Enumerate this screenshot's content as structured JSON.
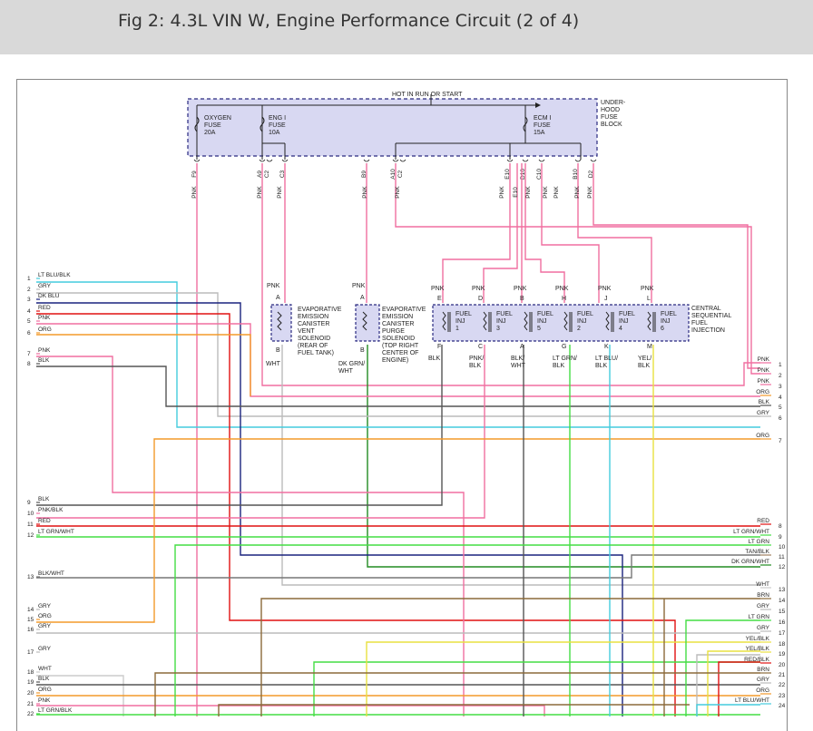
{
  "header": {
    "title": "Fig 2: 4.3L VIN W, Engine Performance Circuit (2 of 4)"
  },
  "fuse_block": {
    "top_label": "HOT IN RUN OR START",
    "name_lines": [
      "UNDER-",
      "HOOD",
      "FUSE",
      "BLOCK"
    ],
    "fuses": [
      {
        "lines": [
          "OXYGEN",
          "FUSE",
          "20A"
        ]
      },
      {
        "lines": [
          "ENG I",
          "FUSE",
          "10A"
        ]
      },
      {
        "lines": [
          "ECM I",
          "FUSE",
          "15A"
        ]
      }
    ],
    "pins": [
      "F9",
      "A9",
      "C2",
      "C3",
      "B9",
      "A10",
      "C2",
      "E10",
      "D10",
      "C10",
      "B10",
      "D2"
    ]
  },
  "top_wire_labels": [
    "PNK",
    "PNK",
    "PNK",
    "PNK",
    "PNK",
    "PNK",
    "PNK",
    "PNK",
    "PNK",
    "PNK",
    "PNK"
  ],
  "evap_vent": {
    "wire_in": "PNK",
    "pin_a": "A",
    "pin_b": "B",
    "wire_out": "WHT",
    "lines": [
      "EVAPORATIVE",
      "EMISSION",
      "CANISTER",
      "VENT",
      "SOLENOID",
      "(REAR OF",
      "FUEL TANK)"
    ]
  },
  "evap_purge": {
    "wire_in": "PNK",
    "pin_a": "A",
    "pin_b": "B",
    "wire_out": [
      "DK GRN/",
      "WHT"
    ],
    "lines": [
      "EVAPORATIVE",
      "EMISSION",
      "CANISTER",
      "PURGE",
      "SOLENOID",
      "(TOP RIGHT",
      "CENTER OF",
      "ENGINE)"
    ]
  },
  "injectors": {
    "title_lines": [
      "CENTRAL",
      "SEQUENTIAL",
      "FUEL",
      "INJECTION"
    ],
    "items": [
      {
        "name": "FUEL",
        "sub": "INJ",
        "num": "1",
        "pin_top": "E",
        "pin_bot": "F",
        "wire_top": "PNK",
        "wire_bot": [
          "BLK"
        ]
      },
      {
        "name": "FUEL",
        "sub": "INJ",
        "num": "3",
        "pin_top": "D",
        "pin_bot": "C",
        "wire_top": "PNK",
        "wire_bot": [
          "PNK/",
          "BLK"
        ]
      },
      {
        "name": "FUEL",
        "sub": "INJ",
        "num": "5",
        "pin_top": "B",
        "pin_bot": "A",
        "wire_top": "PNK",
        "wire_bot": [
          "BLK/",
          "WHT"
        ]
      },
      {
        "name": "FUEL",
        "sub": "INJ",
        "num": "2",
        "pin_top": "H",
        "pin_bot": "G",
        "wire_top": "PNK",
        "wire_bot": [
          "LT GRN/",
          "BLK"
        ]
      },
      {
        "name": "FUEL",
        "sub": "INJ",
        "num": "4",
        "pin_top": "J",
        "pin_bot": "K",
        "wire_top": "PNK",
        "wire_bot": [
          "LT BLU/",
          "BLK"
        ]
      },
      {
        "name": "FUEL",
        "sub": "INJ",
        "num": "6",
        "pin_top": "L",
        "pin_bot": "M",
        "wire_top": "PNK",
        "wire_bot": [
          "YEL/",
          "BLK"
        ]
      }
    ]
  },
  "left_wires": [
    {
      "num": "1",
      "label": "LT BLU/BLK",
      "color": "#44ccdd"
    },
    {
      "num": "2",
      "label": "GRY",
      "color": "#bbbbbb"
    },
    {
      "num": "3",
      "label": "DK BLU",
      "color": "#1a237e"
    },
    {
      "num": "4",
      "label": "RED",
      "color": "#e01010"
    },
    {
      "num": "5",
      "label": "PNK",
      "color": "#f06fa0"
    },
    {
      "num": "6",
      "label": "ORG",
      "color": "#f39a2a"
    },
    {
      "num": "7",
      "label": "PNK",
      "color": "#f06fa0"
    },
    {
      "num": "8",
      "label": "BLK",
      "color": "#555555"
    },
    {
      "num": "9",
      "label": "BLK",
      "color": "#555555"
    },
    {
      "num": "10",
      "label": "PNK/BLK",
      "color": "#f06fa0"
    },
    {
      "num": "11",
      "label": "RED",
      "color": "#e01010"
    },
    {
      "num": "12",
      "label": "LT GRN/WHT",
      "color": "#44dd44"
    },
    {
      "num": "13",
      "label": "BLK/WHT",
      "color": "#777777"
    },
    {
      "num": "14",
      "label": "GRY",
      "color": "#bbbbbb"
    },
    {
      "num": "15",
      "label": "ORG",
      "color": "#f39a2a"
    },
    {
      "num": "16",
      "label": "GRY",
      "color": "#bbbbbb"
    },
    {
      "num": "17",
      "label": "GRY",
      "color": "#bbbbbb"
    },
    {
      "num": "18",
      "label": "WHT",
      "color": "#cccccc"
    },
    {
      "num": "19",
      "label": "BLK",
      "color": "#555555"
    },
    {
      "num": "20",
      "label": "ORG",
      "color": "#f39a2a"
    },
    {
      "num": "21",
      "label": "PNK",
      "color": "#f06fa0"
    },
    {
      "num": "22",
      "label": "LT GRN/BLK",
      "color": "#44dd44"
    }
  ],
  "right_wires": [
    {
      "num": "1",
      "label": "PNK",
      "color": "#f06fa0"
    },
    {
      "num": "2",
      "label": "PNK",
      "color": "#f06fa0"
    },
    {
      "num": "3",
      "label": "PNK",
      "color": "#f06fa0"
    },
    {
      "num": "4",
      "label": "ORG",
      "color": "#f39a2a"
    },
    {
      "num": "5",
      "label": "BLK",
      "color": "#555555"
    },
    {
      "num": "6",
      "label": "GRY",
      "color": "#bbbbbb"
    },
    {
      "num": "7",
      "label": "ORG",
      "color": "#f39a2a"
    },
    {
      "num": "8",
      "label": "RED",
      "color": "#e01010"
    },
    {
      "num": "9",
      "label": "LT GRN/WHT",
      "color": "#44dd44"
    },
    {
      "num": "10",
      "label": "LT GRN",
      "color": "#44dd44"
    },
    {
      "num": "11",
      "label": "TAN/BLK",
      "color": "#a08060"
    },
    {
      "num": "12",
      "label": "DK GRN/WHT",
      "color": "#228b22"
    },
    {
      "num": "13",
      "label": "WHT",
      "color": "#cccccc"
    },
    {
      "num": "14",
      "label": "BRN",
      "color": "#8b6a3a"
    },
    {
      "num": "15",
      "label": "GRY",
      "color": "#bbbbbb"
    },
    {
      "num": "16",
      "label": "LT GRN",
      "color": "#44dd44"
    },
    {
      "num": "17",
      "label": "GRY",
      "color": "#bbbbbb"
    },
    {
      "num": "18",
      "label": "YEL/BLK",
      "color": "#e8e040"
    },
    {
      "num": "19",
      "label": "YEL/BLK",
      "color": "#e8e040"
    },
    {
      "num": "20",
      "label": "RED/BLK",
      "color": "#e01010"
    },
    {
      "num": "21",
      "label": "BRN",
      "color": "#8b6a3a"
    },
    {
      "num": "22",
      "label": "GRY",
      "color": "#bbbbbb"
    },
    {
      "num": "23",
      "label": "ORG",
      "color": "#f39a2a"
    },
    {
      "num": "24",
      "label": "LT BLU/WHT",
      "color": "#44ccdd"
    }
  ]
}
